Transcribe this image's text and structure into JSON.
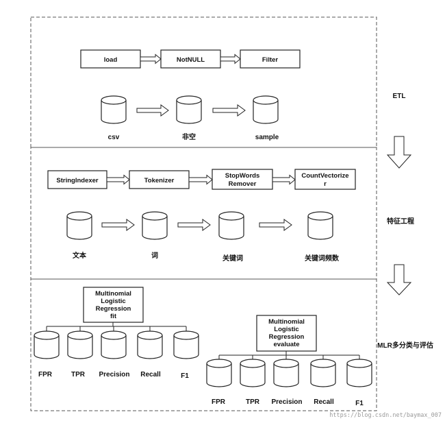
{
  "sections": {
    "etl": {
      "label": "ETL",
      "steps": [
        "load",
        "NotNULL",
        "Filter"
      ],
      "data": [
        "csv",
        "非空",
        "sample"
      ]
    },
    "features": {
      "label": "特征工程",
      "steps": [
        [
          "StringIndexer"
        ],
        [
          "Tokenizer"
        ],
        [
          "StopWords",
          "Remover"
        ],
        [
          "CountVectorize",
          "r"
        ]
      ],
      "data": [
        "文本",
        "词",
        "关键词",
        "关键词频数"
      ]
    },
    "mlr": {
      "label": "MLR多分类与评估",
      "fit_box": [
        "Multinomial",
        "Logistic",
        "Regression",
        "fit"
      ],
      "fit_metrics": [
        "FPR",
        "TPR",
        "Precision",
        "Recall",
        "F1"
      ],
      "eval_box": [
        "Multinomial",
        "Logistic",
        "Regression",
        "evaluate"
      ],
      "eval_metrics": [
        "FPR",
        "TPR",
        "Precision",
        "Recall",
        "F1"
      ]
    }
  },
  "watermark": "https://blog.csdn.net/baymax_007"
}
